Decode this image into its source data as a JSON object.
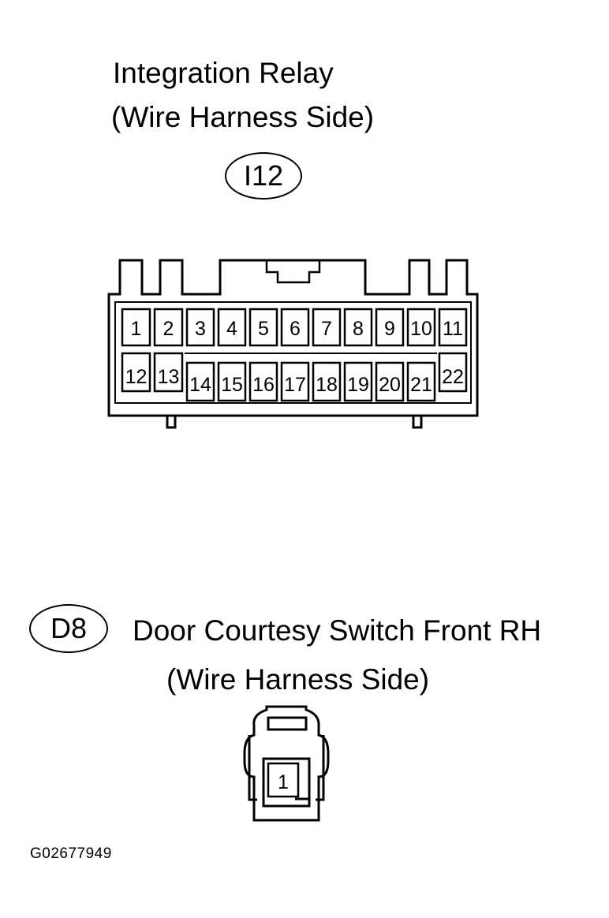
{
  "connector_i12": {
    "title_line1": "Integration Relay",
    "title_line2": "(Wire Harness Side)",
    "code": "I12",
    "pins_top": [
      "1",
      "2",
      "3",
      "4",
      "5",
      "6",
      "7",
      "8",
      "9",
      "10",
      "11"
    ],
    "pins_bottom": [
      "12",
      "13",
      "14",
      "15",
      "16",
      "17",
      "18",
      "19",
      "20",
      "21",
      "22"
    ]
  },
  "connector_d8": {
    "code": "D8",
    "title_line1": "Door Courtesy Switch Front RH",
    "title_line2": "(Wire Harness Side)",
    "pin": "1"
  },
  "figure_code": "G02677949"
}
